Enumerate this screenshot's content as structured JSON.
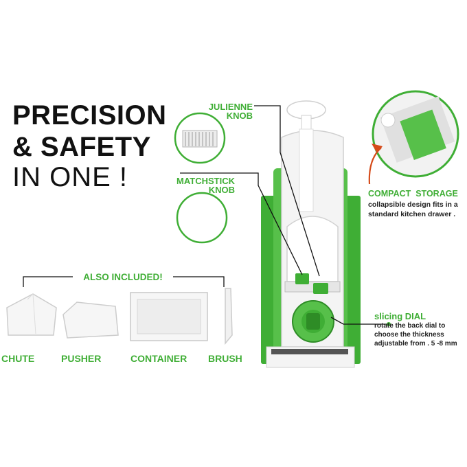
{
  "headline": {
    "line1": "PRECISION",
    "line2": "& SAFETY",
    "line3": "IN ONE !"
  },
  "callouts": {
    "julienne": {
      "line1": "JULIENNE",
      "line2": "KNOB"
    },
    "matchstick": {
      "line1": "MATCHSTICK",
      "line2": "KNOB"
    },
    "storage": {
      "title": "COMPACT  STORAGE",
      "line1": "collapsible design fits in a",
      "line2": "standard kitchen drawer ."
    },
    "dial": {
      "title": "slicing DIAL",
      "line1": "rotate the back dial to",
      "line2": "choose the thickness",
      "line3": "adjustable from . 5 -8 mm"
    }
  },
  "included": {
    "title": "ALSO INCLUDED!",
    "items": [
      "CHUTE",
      "PUSHER",
      "CONTAINER",
      "BRUSH"
    ]
  },
  "colors": {
    "brand_green": "#3fae35",
    "text_dark": "#111111",
    "device_white": "#f4f4f4"
  }
}
